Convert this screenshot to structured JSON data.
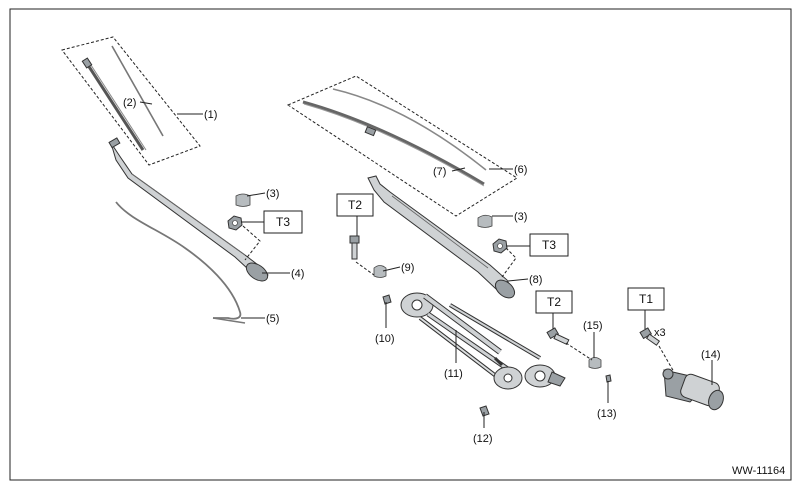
{
  "diagram": {
    "figure_code": "WW-11164",
    "callouts": [
      {
        "id": "c1",
        "text": "(1)"
      },
      {
        "id": "c2",
        "text": "(2)"
      },
      {
        "id": "c3a",
        "text": "(3)"
      },
      {
        "id": "c3b",
        "text": "(3)"
      },
      {
        "id": "c4",
        "text": "(4)"
      },
      {
        "id": "c5",
        "text": "(5)"
      },
      {
        "id": "c6",
        "text": "(6)"
      },
      {
        "id": "c7",
        "text": "(7)"
      },
      {
        "id": "c8",
        "text": "(8)"
      },
      {
        "id": "c9",
        "text": "(9)"
      },
      {
        "id": "c10",
        "text": "(10)"
      },
      {
        "id": "c11",
        "text": "(11)"
      },
      {
        "id": "c12",
        "text": "(12)"
      },
      {
        "id": "c13",
        "text": "(13)"
      },
      {
        "id": "c14",
        "text": "(14)"
      },
      {
        "id": "c15",
        "text": "(15)"
      }
    ],
    "torque_boxes": [
      {
        "id": "t3a",
        "text": "T3"
      },
      {
        "id": "t3b",
        "text": "T3"
      },
      {
        "id": "t2a",
        "text": "T2"
      },
      {
        "id": "t2b",
        "text": "T2"
      },
      {
        "id": "t1",
        "text": "T1"
      }
    ],
    "quantity_note": "x3"
  }
}
